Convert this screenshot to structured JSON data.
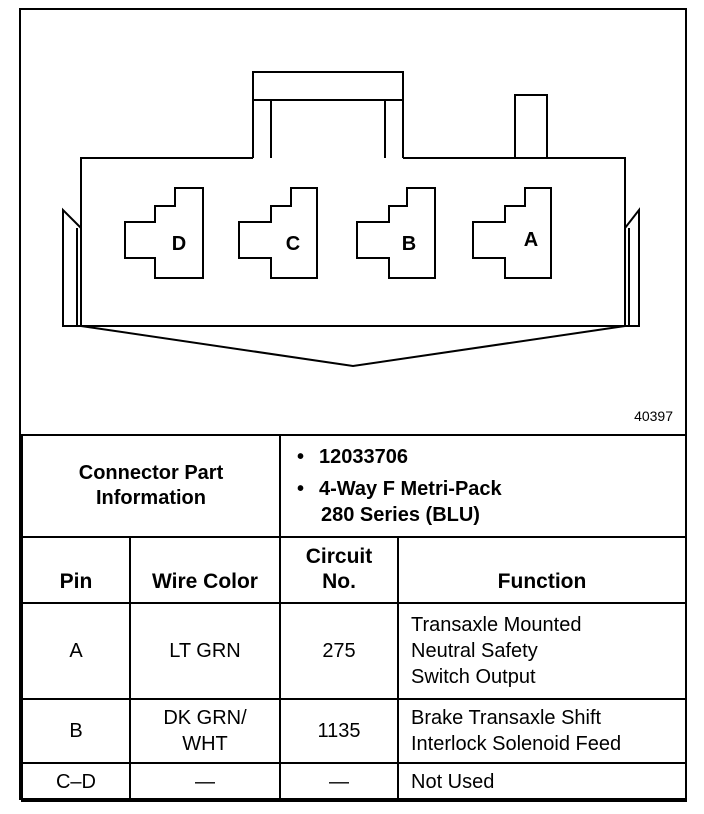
{
  "figure_number": "40397",
  "connector": {
    "pins": [
      "D",
      "C",
      "B",
      "A"
    ]
  },
  "part_info": {
    "label_line1": "Connector Part",
    "label_line2": "Information",
    "bullet": "•",
    "part_number": "12033706",
    "description_line1": "4-Way F Metri-Pack",
    "description_line2": "280 Series (BLU)"
  },
  "table": {
    "headers": {
      "pin": "Pin",
      "wire_color": "Wire Color",
      "circuit_line1": "Circuit",
      "circuit_line2": "No.",
      "function": "Function"
    },
    "rows": [
      {
        "pin": "A",
        "wire_color": [
          "LT GRN"
        ],
        "circuit": "275",
        "function": [
          "Transaxle Mounted",
          "Neutral Safety",
          "Switch Output"
        ]
      },
      {
        "pin": "B",
        "wire_color": [
          "DK GRN/",
          "WHT"
        ],
        "circuit": "1135",
        "function": [
          "Brake Transaxle Shift",
          "Interlock Solenoid Feed"
        ]
      },
      {
        "pin": "C–D",
        "wire_color": [
          "—"
        ],
        "circuit": "—",
        "function": [
          "Not Used"
        ]
      }
    ]
  }
}
